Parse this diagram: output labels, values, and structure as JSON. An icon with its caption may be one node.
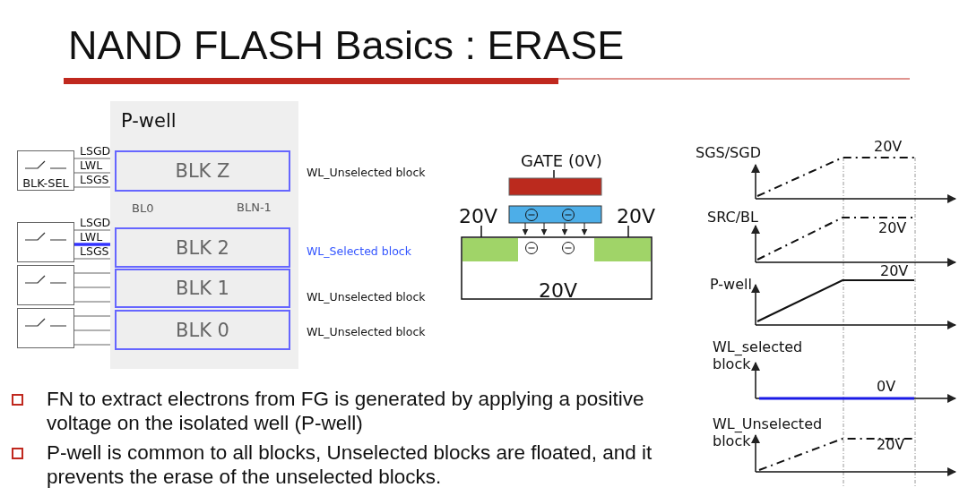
{
  "diagram": {
    "title": "NAND FLASH Basics : ERASE",
    "nodes": [
      {
        "text": [
          "P-well"
        ]
      },
      {
        "text": [
          "BLK Z"
        ],
        "in": 0,
        "beside": [
          "WL_Unselected block"
        ]
      },
      {
        "text": [
          "BLK 2"
        ],
        "in": 0,
        "beside": [
          "WL_Selected block"
        ]
      },
      {
        "text": [
          "BLK 1"
        ],
        "in": 0,
        "beside": [
          "WL_Unselected block"
        ]
      },
      {
        "text": [
          "BLK 0"
        ],
        "in": 0,
        "beside": [
          "WL_Unselected block"
        ]
      },
      {
        "text": [
          "BLK-SEL"
        ]
      },
      {
        "text": [],
        "shape": "box"
      },
      {
        "text": [],
        "shape": "box"
      },
      {
        "text": [],
        "shape": "box"
      }
    ],
    "edges": [
      {
        "from": 5,
        "to": 1,
        "arrow": "none",
        "label": "LSGD"
      },
      {
        "from": 5,
        "to": 1,
        "arrow": "none",
        "label": "LWL"
      },
      {
        "from": 5,
        "to": 1,
        "arrow": "none",
        "label": "LSGS"
      },
      {
        "from": 6,
        "to": 2,
        "arrow": "none",
        "label": "LSGD"
      },
      {
        "from": 6,
        "to": 2,
        "arrow": "none",
        "label": "LWL",
        "color": "#3333ff",
        "style": "thick"
      },
      {
        "from": 6,
        "to": 2,
        "arrow": "none",
        "label": "LSGS"
      },
      {
        "from": 7,
        "to": 3,
        "arrow": "none"
      },
      {
        "from": 7,
        "to": 3,
        "arrow": "none"
      },
      {
        "from": 7,
        "to": 3,
        "arrow": "none"
      },
      {
        "from": 8,
        "to": 4,
        "arrow": "none"
      },
      {
        "from": 8,
        "to": 4,
        "arrow": "none"
      },
      {
        "from": 8,
        "to": 4,
        "arrow": "none"
      }
    ],
    "labels": [
      "BL0",
      "BLN-1",
      "GATE (0V)",
      "20V",
      "20V",
      "20V",
      "SGS/SGD",
      "20V",
      "SRC/BL",
      "20V",
      "P-well",
      "20V",
      "WL_selected block",
      "0V",
      "WL_Unselected block",
      "20V",
      "FN to extract electrons from FG is generated by applying a positive voltage on the isolated well (P-well)",
      "P-well is common to all blocks, Unselected blocks are floated, and it prevents the erase of the unselected blocks."
    ]
  }
}
